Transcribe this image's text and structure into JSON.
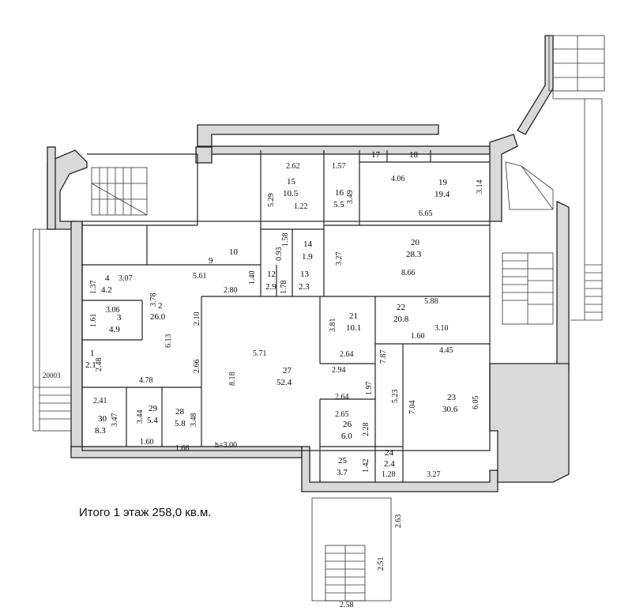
{
  "total_label": "Итого 1 этаж 258,0 кв.м.",
  "ceiling_height": "h=3.00",
  "building_id": "20003",
  "rooms": [
    {
      "num": "1",
      "area": "2.1"
    },
    {
      "num": "2",
      "area": "26.0"
    },
    {
      "num": "3",
      "area": "4.9"
    },
    {
      "num": "4",
      "area": "4.2"
    },
    {
      "num": "9",
      "area": ""
    },
    {
      "num": "10",
      "area": ""
    },
    {
      "num": "12",
      "area": "2.9"
    },
    {
      "num": "13",
      "area": "2.3"
    },
    {
      "num": "14",
      "area": "1.9"
    },
    {
      "num": "15",
      "area": "10.5"
    },
    {
      "num": "16",
      "area": "5.5"
    },
    {
      "num": "17",
      "area": ""
    },
    {
      "num": "18",
      "area": ""
    },
    {
      "num": "19",
      "area": "19.4"
    },
    {
      "num": "20",
      "area": "28.3"
    },
    {
      "num": "21",
      "area": "10.1"
    },
    {
      "num": "22",
      "area": "20.8"
    },
    {
      "num": "23",
      "area": "30.6"
    },
    {
      "num": "24",
      "area": "2.4"
    },
    {
      "num": "25",
      "area": "3.7"
    },
    {
      "num": "26",
      "area": "6.0"
    },
    {
      "num": "27",
      "area": "52.4"
    },
    {
      "num": "28",
      "area": "5.8"
    },
    {
      "num": "29",
      "area": "5.4"
    },
    {
      "num": "30",
      "area": "8.3"
    }
  ],
  "dimensions": [
    "2.62",
    "1.57",
    "4.06",
    "3.14",
    "6.65",
    "5.29",
    "1.22",
    "3.49",
    "1.58",
    "0.93",
    "3.27",
    "8.66",
    "1.37",
    "3.07",
    "5.61",
    "1.40",
    "2.80",
    "1.78",
    "3.06",
    "1.61",
    "3.78",
    "6.13",
    "2.10",
    "3.81",
    "2.64",
    "5.88",
    "7.87",
    "1.60",
    "3.10",
    "4.45",
    "5.71",
    "8.18",
    "2.94",
    "2.48",
    "2.66",
    "4.78",
    "2.41",
    "3.47",
    "3.44",
    "3.48",
    "1.60",
    "1.66",
    "2.64",
    "1.97",
    "2.65",
    "2.28",
    "5.23",
    "7.04",
    "6.05",
    "1.42",
    "1.28",
    "3.27",
    "2.63",
    "2.51",
    "2.58"
  ]
}
